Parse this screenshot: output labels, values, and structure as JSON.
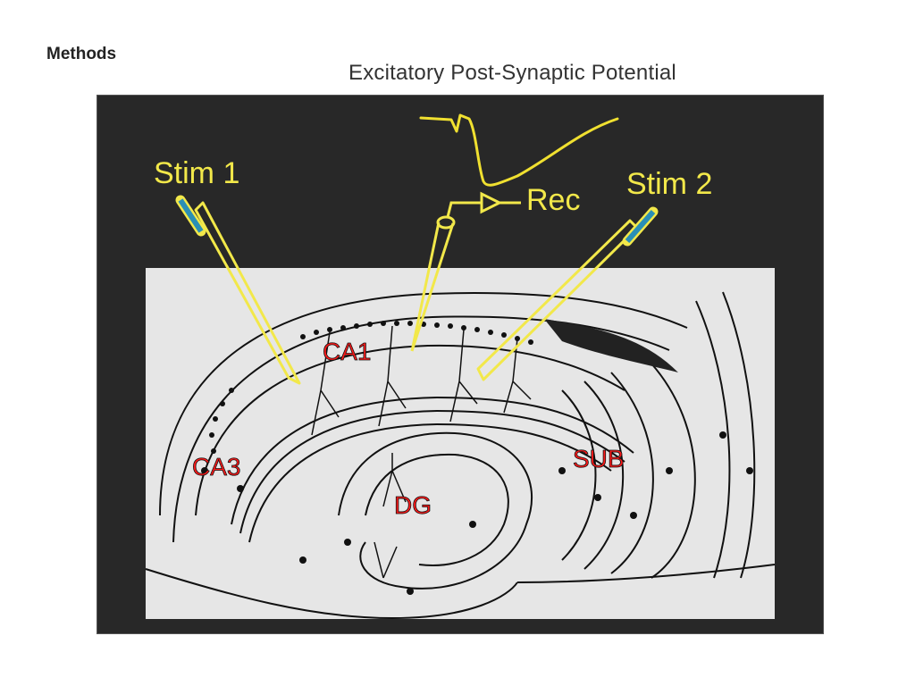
{
  "header": {
    "section_label": "Methods",
    "title": "Excitatory Post-Synaptic Potential"
  },
  "diagram": {
    "electrode_labels": {
      "stim1": "Stim 1",
      "stim2": "Stim 2",
      "rec": "Rec"
    },
    "region_labels": {
      "ca1": "CA1",
      "ca3": "CA3",
      "dg": "DG",
      "sub": "SUB"
    },
    "colors": {
      "panel_background": "#282828",
      "electrode_yellow": "#f2e84a",
      "trace_yellow": "#f0e030",
      "electrode_tip_blue": "#2a8fb5",
      "region_label_red": "#ff1a1a",
      "tissue_background": "#e6e6e6",
      "ink": "#111111"
    }
  }
}
